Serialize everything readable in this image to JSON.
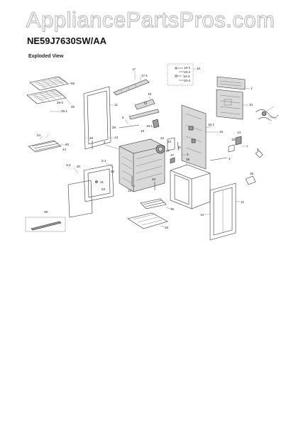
{
  "watermark": "AppliancePartsPros.com",
  "model": "NE59J7630SW/AA",
  "subtitle": "Exploded View",
  "part_labels": {
    "p55": "55",
    "p26": "26",
    "p26_2": "26-2",
    "p26_1": "26-1",
    "p17": "17",
    "p17_1": "17-1",
    "p10": "10",
    "p10_1": "10-1",
    "p10_2": "10-2",
    "p10_3": "10-3",
    "p10_4": "10-4",
    "p1": "1",
    "p34": "34",
    "p11a": "11",
    "p13a": "13",
    "p18": "18",
    "p6": "6",
    "p29": "29",
    "p19": "19",
    "p19_1": "19-1",
    "p16_1": "16-1",
    "p16": "16",
    "p14": "14",
    "p15": "15",
    "p7": "7",
    "p8": "8",
    "p24": "24",
    "p40": "40",
    "p20a": "20",
    "p2": "2",
    "p22": "22",
    "p23": "23",
    "p27": "27",
    "p21": "21",
    "p3": "3",
    "p37": "37",
    "p4": "4",
    "p3_2": "3-2",
    "p2_1": "2-1",
    "p30": "30",
    "p31": "31",
    "p32": "32",
    "p33": "33",
    "p12": "12",
    "p20b": "20",
    "p38": "38",
    "p36": "36",
    "p35": "35",
    "p11b": "11",
    "p13b": "13",
    "p28": "28",
    "p39": "39"
  }
}
